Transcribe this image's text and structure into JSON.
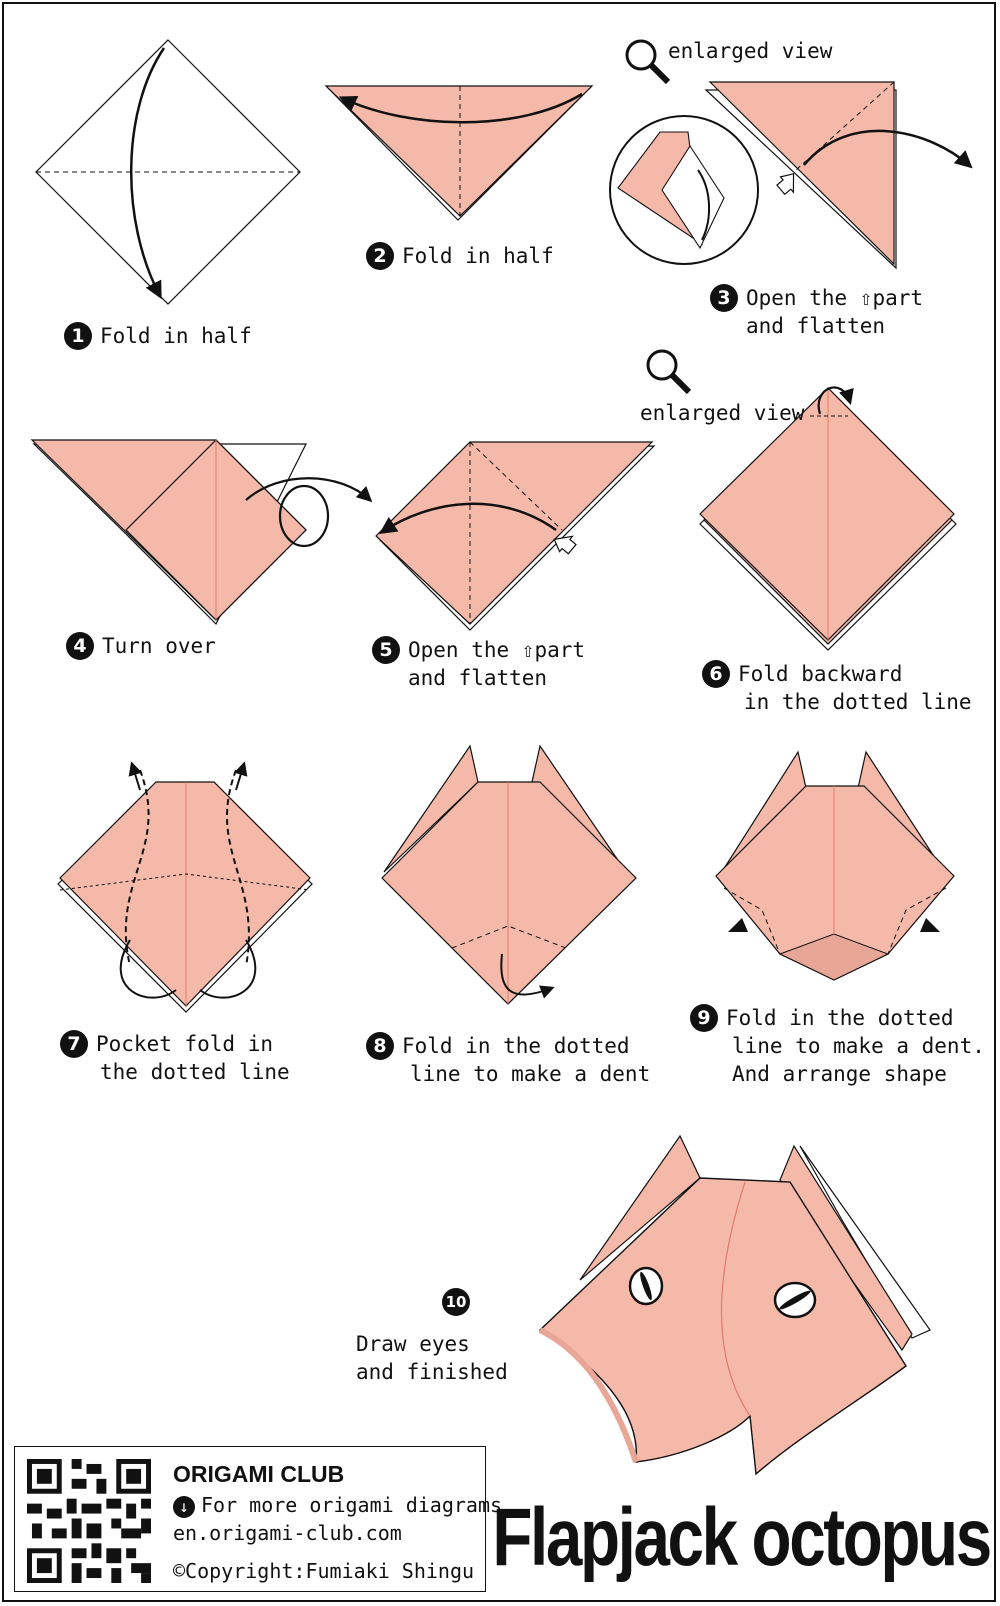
{
  "title": "Flapjack octopus",
  "colors": {
    "paper": "#f5b9aa",
    "paper_dark": "#e8a696",
    "crease": "#e27a68",
    "ink": "#111111"
  },
  "steps": [
    {
      "num": "1",
      "text": "Fold in half"
    },
    {
      "num": "2",
      "text": "Fold in half"
    },
    {
      "num": "3",
      "line1": "Open the ",
      "line1b": "part",
      "line2": "and flatten"
    },
    {
      "num": "4",
      "text": "Turn over"
    },
    {
      "num": "5",
      "line1": "Open the ",
      "line1b": "part",
      "line2": "and flatten"
    },
    {
      "num": "6",
      "line1": "Fold backward",
      "line2": "in the dotted line"
    },
    {
      "num": "7",
      "line1": "Pocket fold in",
      "line2": "the dotted line"
    },
    {
      "num": "8",
      "line1": "Fold in the dotted",
      "line2": "line to make a dent"
    },
    {
      "num": "9",
      "line1": "Fold in the dotted",
      "line2": "line to make a dent.",
      "line3": "And arrange shape"
    },
    {
      "num": "10",
      "line1": "Draw eyes",
      "line2": "and finished"
    }
  ],
  "enlarged_view_label": "enlarged view",
  "credit": {
    "club": "ORIGAMI CLUB",
    "more": "For more origami diagrams",
    "site": "en.origami-club.com",
    "copyright": "©Copyright:Fumiaki Shingu"
  }
}
